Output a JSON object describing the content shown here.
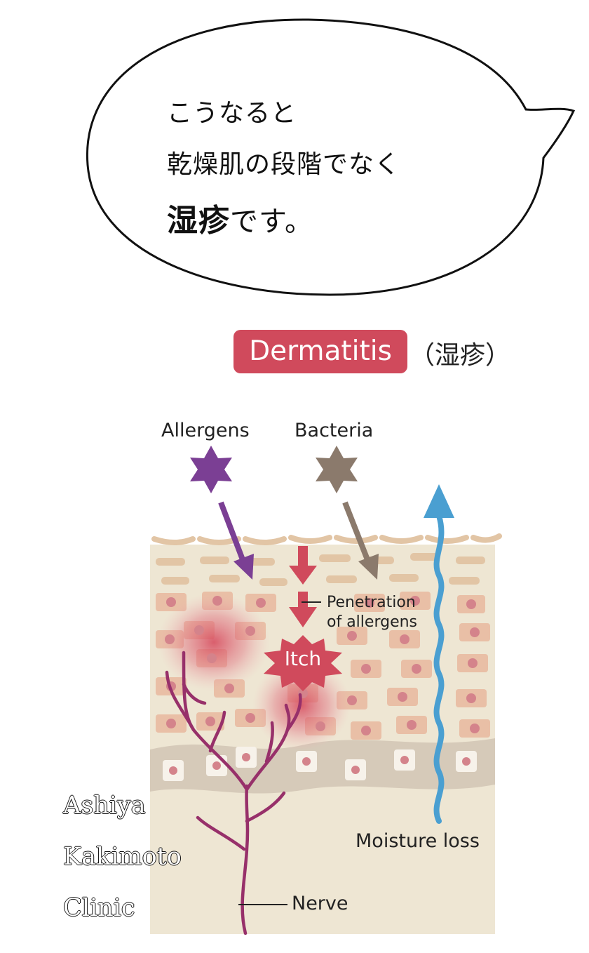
{
  "bubble": {
    "line1": "こうなると",
    "line2": "乾燥肌の段階でなく",
    "line3_bold": "湿疹",
    "line3_rest": "です。"
  },
  "title": {
    "badge": "Dermatitis",
    "suffix": "（湿疹）",
    "badge_color": "#d04a5c"
  },
  "labels": {
    "allergens": "Allergens",
    "bacteria": "Bacteria",
    "penetration_line1": "Penetration",
    "penetration_line2": "of allergens",
    "itch": "Itch",
    "moisture": "Moisture loss",
    "nerve": "Nerve"
  },
  "watermark": {
    "line1": "Ashiya",
    "line2": "Kakimoto",
    "line3": "Clinic"
  },
  "colors": {
    "skin": "#eee6d3",
    "cell": "#e9bfa6",
    "nucleus": "#d4838b",
    "allergen": "#7b3f94",
    "bacteria": "#8b7a6c",
    "itch": "#d04a5c",
    "moisture": "#4a9fd1",
    "nerve": "#97306a"
  }
}
